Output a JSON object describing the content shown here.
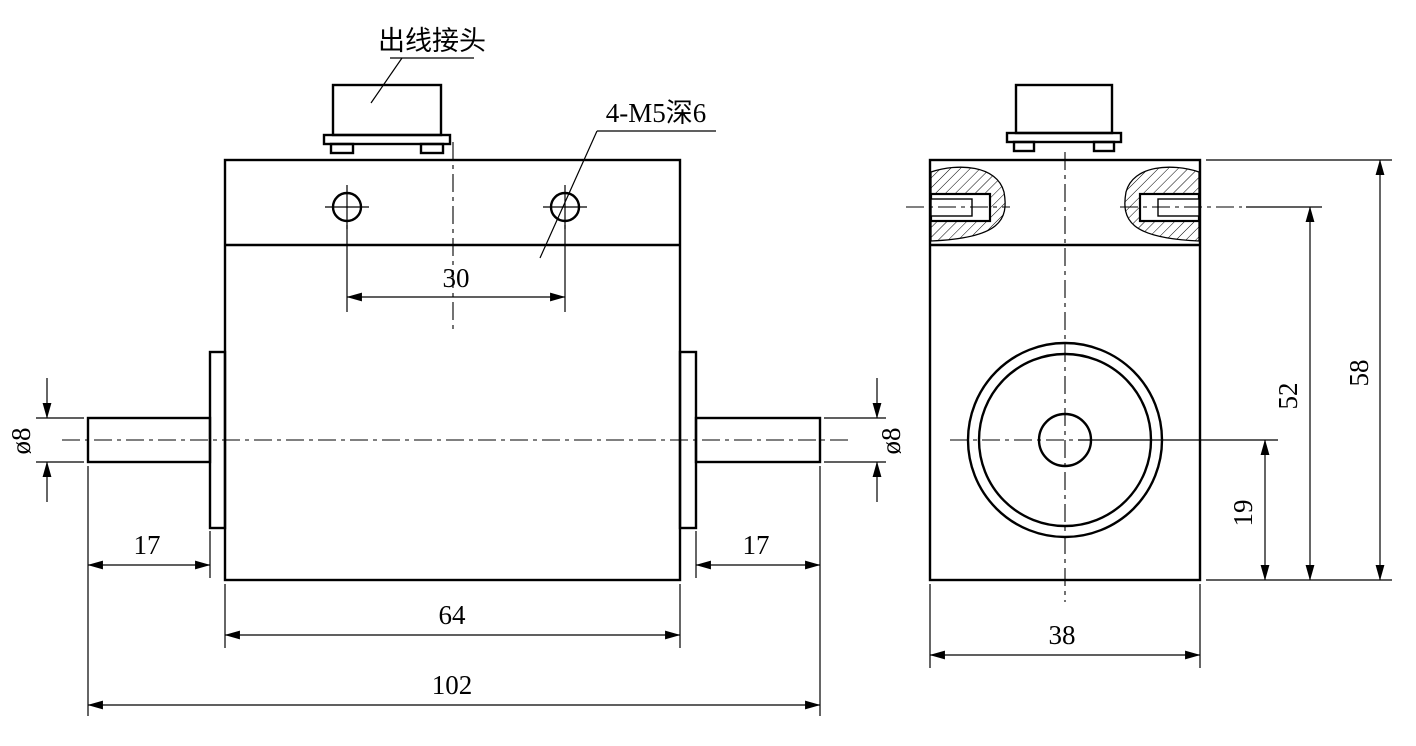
{
  "drawing": {
    "callouts": {
      "connector": "出线接头",
      "thread_note": "4-M5深6"
    },
    "front_view": {
      "dims": {
        "hole_spacing": "30",
        "body_width": "64",
        "overall_length": "102",
        "left_shaft_length": "17",
        "right_shaft_length": "17",
        "left_shaft_diameter": "ø8",
        "right_shaft_diameter": "ø8"
      }
    },
    "side_view": {
      "dims": {
        "body_width": "38",
        "overall_height": "58",
        "hole_axis_to_bottom": "52",
        "axis_to_bottom": "19"
      }
    }
  }
}
